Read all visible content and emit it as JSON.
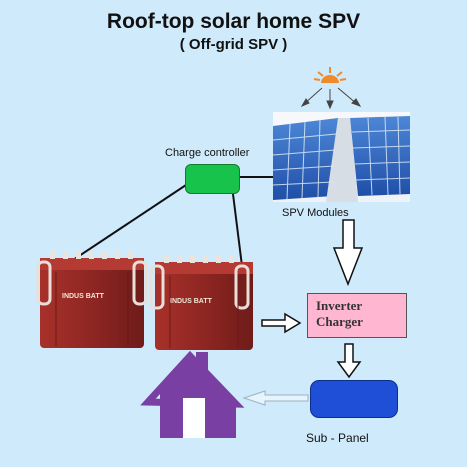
{
  "title": "Roof-top solar home SPV",
  "subtitle": "( Off-grid SPV )",
  "labels": {
    "charge_controller": "Charge controller",
    "spv_modules": "SPV Modules",
    "inverter_line1": "Inverter",
    "inverter_line2": "Charger",
    "sub_panel": "Sub - Panel",
    "battery_brand": "INDUS BATT"
  },
  "colors": {
    "background": "#cfeafb",
    "charge_controller": "#18c34b",
    "inverter_box": "#ffb6d0",
    "sub_panel": "#1e4fd6",
    "house": "#7a3fa3",
    "sun": "#f28a2a",
    "battery": "#8e2622"
  },
  "icons": [
    "sun-icon",
    "solar-panel-icon",
    "battery-icon",
    "house-icon"
  ]
}
